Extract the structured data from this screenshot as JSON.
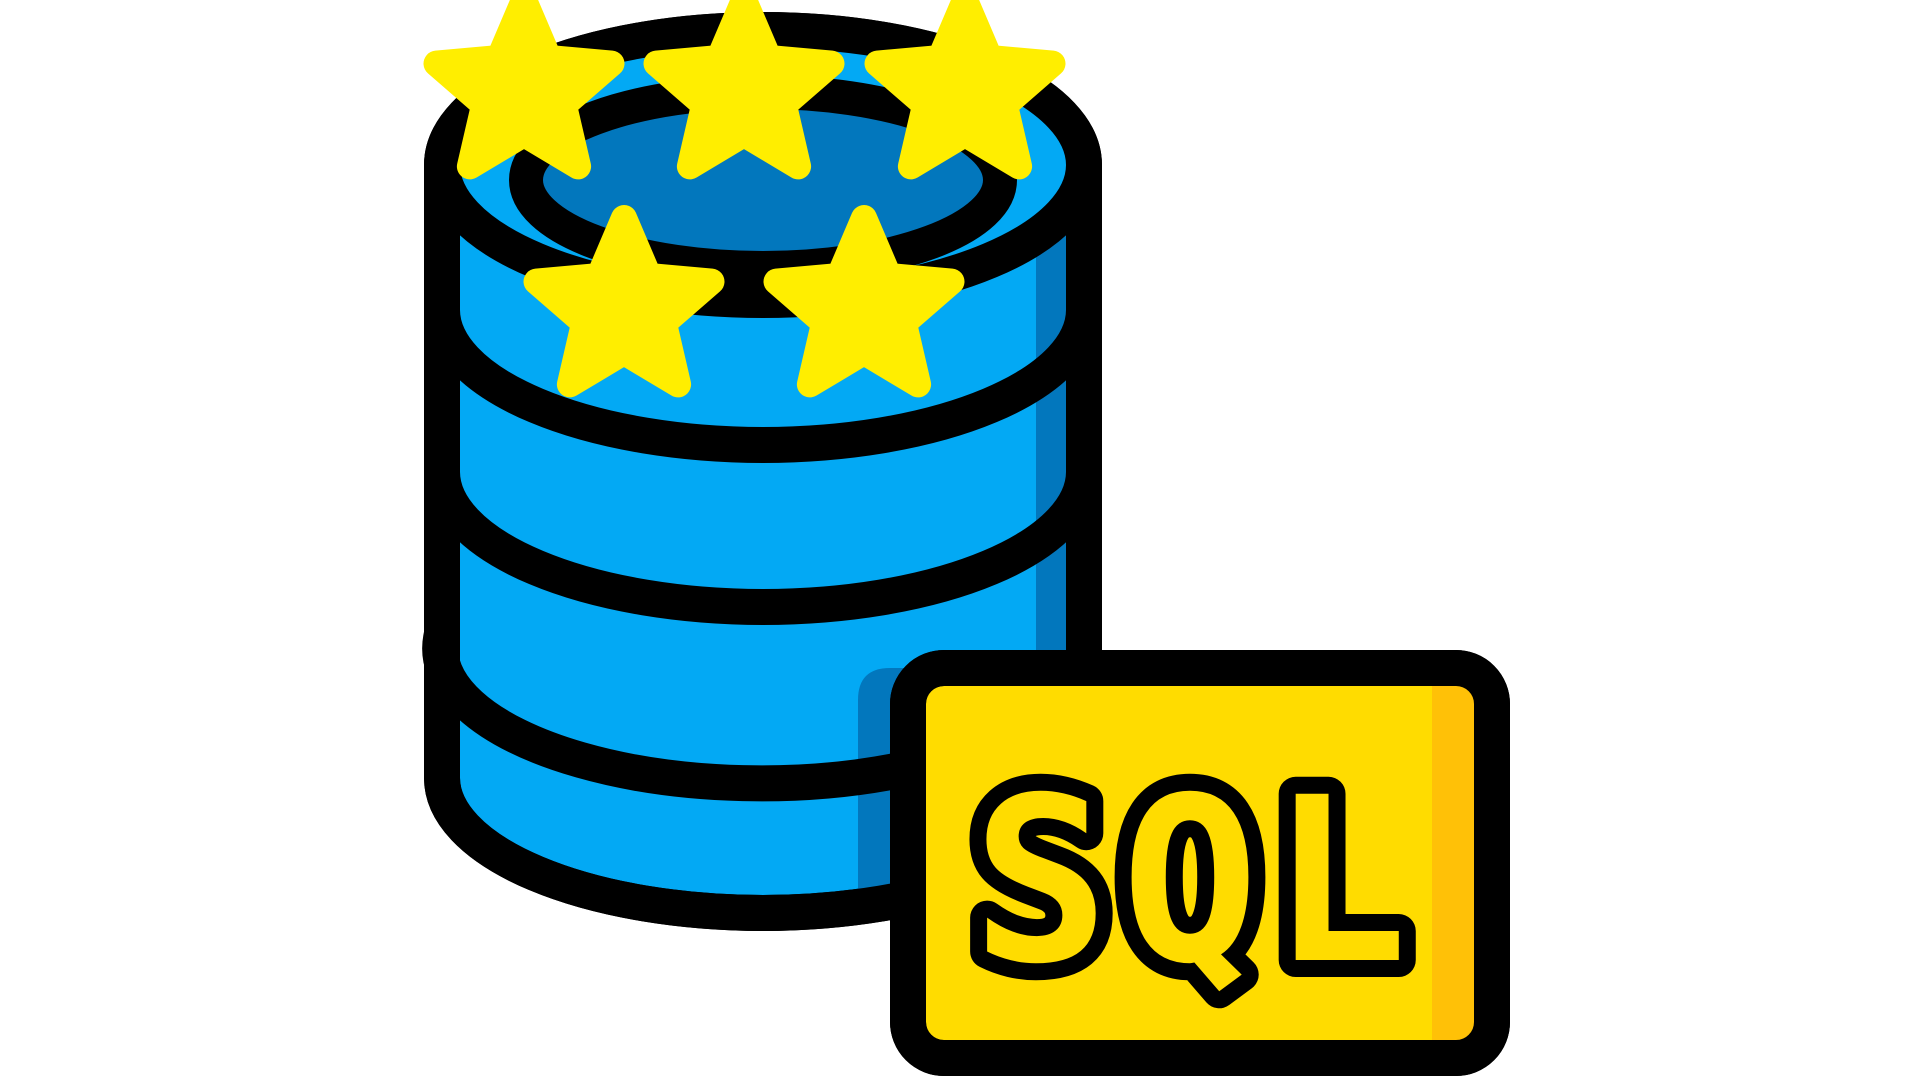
{
  "badge": {
    "text": "SQL"
  },
  "rating": {
    "stars": 5,
    "max": 5
  },
  "icons": {
    "main": "database-icon",
    "badge": "sql-badge-icon",
    "star": "star-icon"
  },
  "colors": {
    "background": "#ffffff",
    "outline": "#000000",
    "db_body": "#03a9f4",
    "db_shade": "#0277bd",
    "db_top_inner": "#0277bd",
    "badge_fill": "#ffdc00",
    "badge_shade": "#ffc107",
    "star": "#ffee00"
  }
}
